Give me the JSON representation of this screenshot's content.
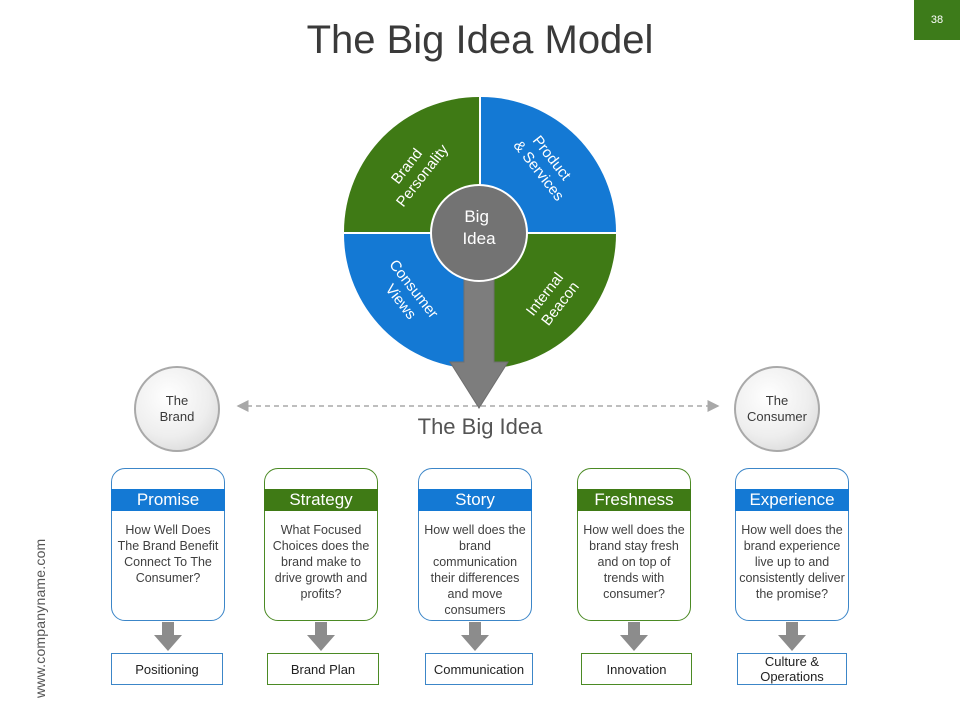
{
  "page_number": "38",
  "title": "The Big Idea Model",
  "website": "www.companyname.com",
  "wheel": {
    "center": [
      "Big",
      "Idea"
    ],
    "quadrants": [
      {
        "lines": [
          "Brand",
          "Personality"
        ],
        "color": "#3f7a15"
      },
      {
        "lines": [
          "Product",
          "& Services"
        ],
        "color": "#1479d4"
      },
      {
        "lines": [
          "Consumer",
          "Views"
        ],
        "color": "#1479d4"
      },
      {
        "lines": [
          "Internal",
          "Beacon"
        ],
        "color": "#3f7a15"
      }
    ]
  },
  "left_circle": "The\nBrand",
  "right_circle": "The\nConsumer",
  "big_idea_label": "The Big Idea",
  "cards": [
    {
      "header": "Promise",
      "body": "How Well Does The Brand Benefit Connect To The Consumer?",
      "result": "Positioning",
      "theme": "blue"
    },
    {
      "header": "Strategy",
      "body": "What Focused Choices does the brand make to drive growth and profits?",
      "result": "Brand Plan",
      "theme": "green"
    },
    {
      "header": "Story",
      "body": "How well does the brand communication their differences and move consumers",
      "result": "Communication",
      "theme": "blue"
    },
    {
      "header": "Freshness",
      "body": "How well does the brand stay fresh and on top of trends with consumer?",
      "result": "Innovation",
      "theme": "green"
    },
    {
      "header": "Experience",
      "body": "How well does the brand experience live up to and consistently deliver the promise?",
      "result": "Culture & Operations",
      "theme": "blue"
    }
  ],
  "colors": {
    "blue": "#1479d4",
    "green": "#3f7a15",
    "center_gray": "#737373",
    "arrow_gray": "#8c8c8c"
  }
}
